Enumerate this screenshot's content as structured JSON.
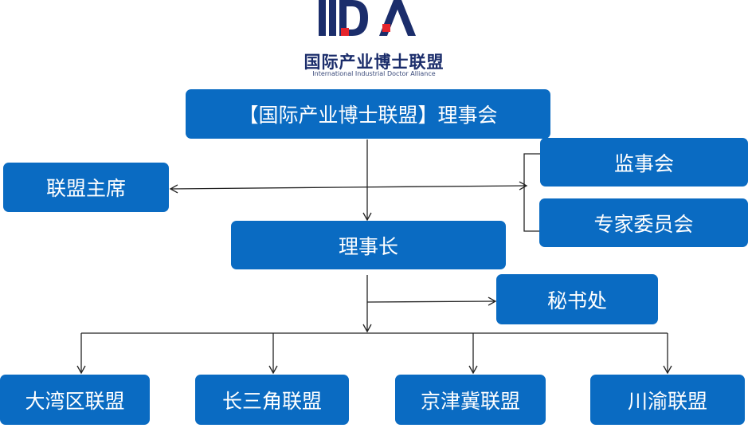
{
  "logo": {
    "mark": "IIDA",
    "name_cn": "国际产业博士联盟",
    "name_en": "International Industrial Doctor Alliance"
  },
  "nodes": {
    "council": "【国际产业博士联盟】理事会",
    "chairman": "联盟主席",
    "supervisory": "监事会",
    "experts": "专家委员会",
    "director": "理事长",
    "secretariat": "秘书处",
    "gba": "大湾区联盟",
    "yrd": "长三角联盟",
    "jjj": "京津冀联盟",
    "cy": "川渝联盟"
  },
  "colors": {
    "node_fill": "#0a6bc2",
    "node_text": "#ffffff",
    "logo_navy": "#1b2d6b",
    "logo_red": "#e6242b",
    "line": "#222222"
  }
}
